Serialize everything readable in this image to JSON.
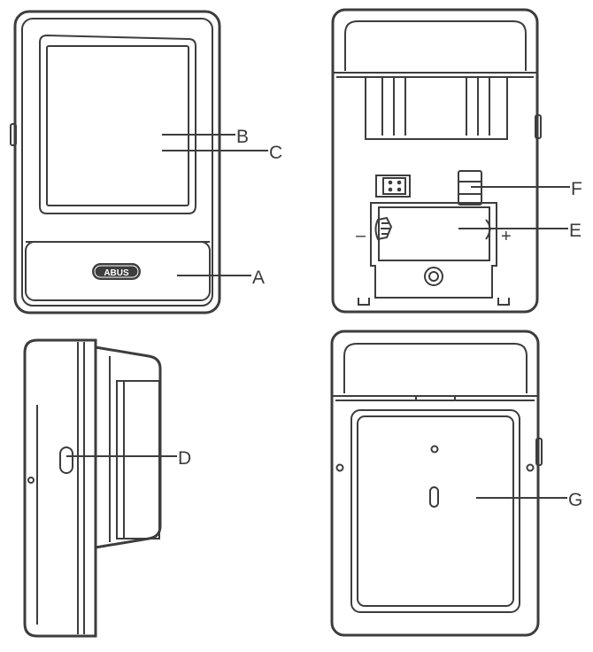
{
  "brand": "ABUS",
  "labels": {
    "a": "A",
    "b": "B",
    "c": "C",
    "d": "D",
    "e": "E",
    "f": "F",
    "g": "G"
  },
  "battery": {
    "minus": "–",
    "plus": "+"
  },
  "colors": {
    "line": "#3d3d3d",
    "background": "#ffffff"
  }
}
